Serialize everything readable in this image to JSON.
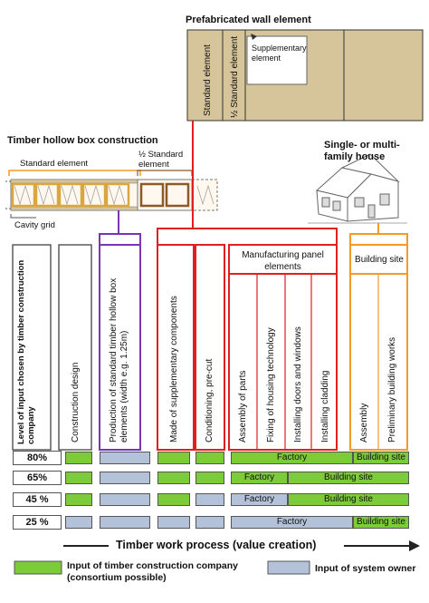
{
  "wall": {
    "title": "Prefabricated wall element",
    "std_label": "Standard element",
    "half_label": "½ Standard element",
    "supp_label": "Supplementary element"
  },
  "hollow": {
    "title": "Timber hollow box construction",
    "std_label": "Standard element",
    "half_label": "½ Standard element",
    "cavity_label": "Cavity grid"
  },
  "house": {
    "label": "Single- or multi-family house"
  },
  "headers": {
    "panel": "Manufacturing panel elements",
    "site": "Building site"
  },
  "level_label": "Level of input chosen by timber construction company",
  "columns": [
    "Construction design",
    "Production of standard timber hollow box elements (width e.g. 1.25m)",
    "Made of supplementary components",
    "Conditioning, pre-cut",
    "Assembly of parts",
    "Fixing of housing technology",
    "Installing doors and windows",
    "Installing cladding",
    "Assembly",
    "Preliminary building works"
  ],
  "rows": [
    {
      "level": "80%",
      "factory": "Factory",
      "site": "Building site"
    },
    {
      "level": "65%",
      "factory": "Factory",
      "site": "Building site"
    },
    {
      "level": "45 %",
      "factory": "Factory",
      "site": "Building site"
    },
    {
      "level": "25 %",
      "factory": "Factory",
      "site": "Building site"
    }
  ],
  "process_label": "Timber work process (value creation)",
  "legend": {
    "green": "Input of timber construction company (consortium possible)",
    "blue": "Input of system owner"
  },
  "colors": {
    "green": "#7ccc3a",
    "blue": "#b3c2d9",
    "orange": "#f59a27",
    "purple": "#7a35b0",
    "red": "#e02020",
    "wood": "#d6c49a"
  }
}
